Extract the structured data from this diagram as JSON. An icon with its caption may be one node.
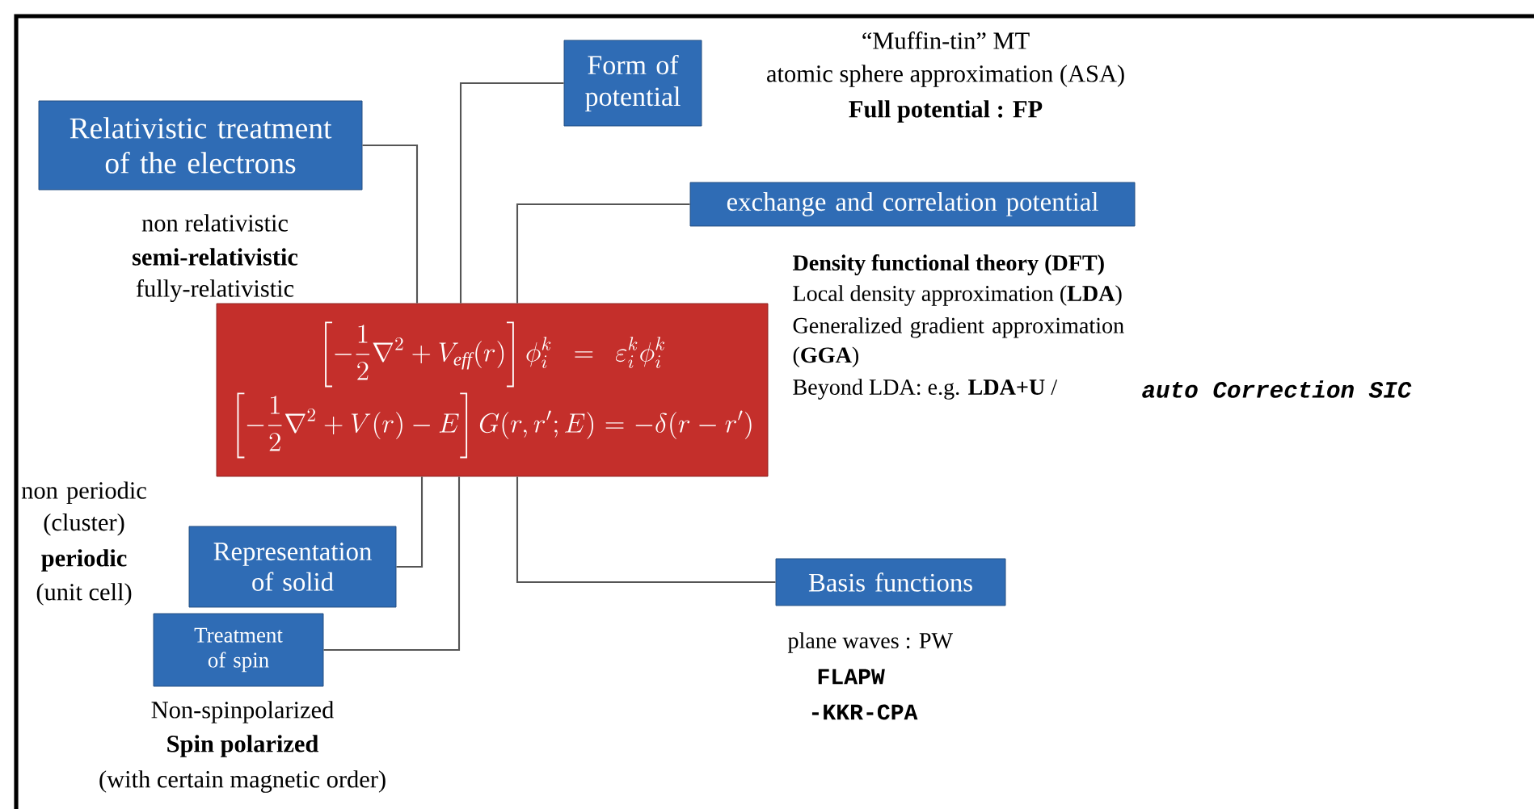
{
  "diagram": {
    "nodes": [
      {
        "text": [
          "\\left[-\\frac{1}{2}\\nabla^2+V_{\\mathit{eff}}(r)\\right]\\phi_i^k=\\varepsilon_i^k\\phi_i^k",
          "\\left[-\\frac{1}{2}\\nabla^2+V(r)-E\\right]G(r,r';E)=-\\delta(r-r')"
        ]
      },
      {
        "text": [
          "Relativistic treatment of the electrons"
        ],
        "beside": [
          "non relativistic",
          "semi-relativistic",
          "fully-relativistic"
        ]
      },
      {
        "text": [
          "Form of potential"
        ],
        "beside": [
          "“Muffin-tin” MT",
          "atomic sphere approximation (ASA)",
          "Full potential : FP"
        ]
      },
      {
        "text": [
          "exchange and correlation potential"
        ],
        "beside": [
          "Density functional theory (DFT)",
          "Local density approximation (**LDA**)",
          "Generalized gradient approximation (**GGA**)",
          "Beyond LDA: e.g. **LDA+U** /",
          "auto Correction SIC"
        ]
      },
      {
        "text": [
          "Representation of solid"
        ],
        "beside": [
          "non periodic (cluster)",
          "periodic",
          "(unit cell)"
        ]
      },
      {
        "text": [
          "Treatment of spin"
        ],
        "beside": [
          "Non-spinpolarized",
          "Spin polarized",
          "(with certain magnetic order)"
        ]
      },
      {
        "text": [
          "Basis functions"
        ],
        "beside": [
          "plane waves : PW",
          "FLAPW",
          "-KKR-CPA"
        ]
      }
    ],
    "edges": [
      {
        "from": 0,
        "to": 1,
        "arrow": "none"
      },
      {
        "from": 0,
        "to": 2,
        "arrow": "none"
      },
      {
        "from": 0,
        "to": 3,
        "arrow": "none"
      },
      {
        "from": 0,
        "to": 4,
        "arrow": "none"
      },
      {
        "from": 0,
        "to": 5,
        "arrow": "none"
      },
      {
        "from": 0,
        "to": 6,
        "arrow": "none"
      }
    ]
  }
}
